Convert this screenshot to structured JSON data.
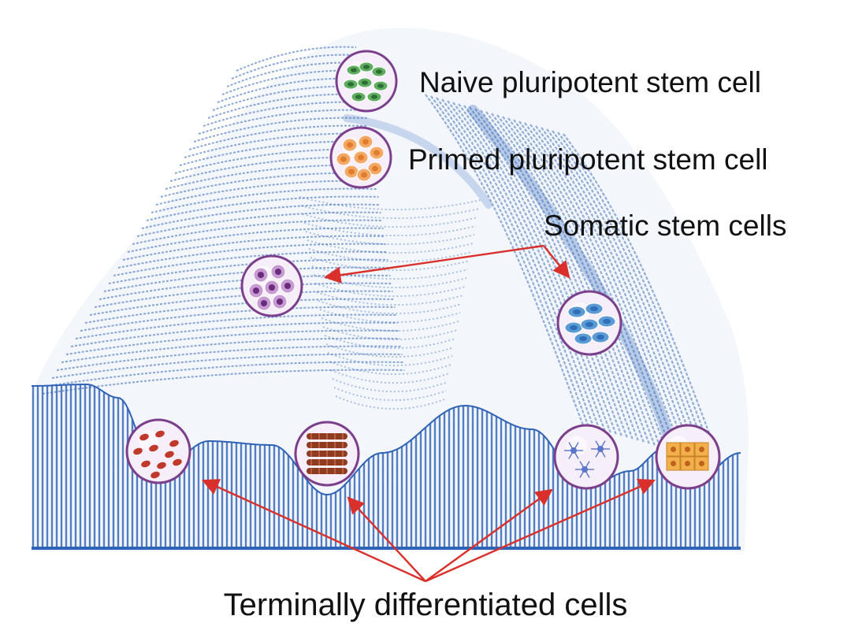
{
  "labels": {
    "naive": "Naive pluripotent stem cell",
    "primed": "Primed pluripotent stem cell",
    "somatic": "Somatic stem cells",
    "terminal": "Terminally differentiated cells"
  },
  "colors": {
    "landscape": "#2f63b6",
    "arrow": "#d9302b",
    "ball_rim": "#7b3f8c",
    "ball_fill": "#f6eef9",
    "naive_cell": "#5fae5f",
    "primed_cell": "#f3a866",
    "somatic_purple": "#6a2d7c",
    "somatic_blue": "#5b9bd5",
    "red_blood": "#c0392b",
    "muscle": "#8e3b22",
    "neuron": "#5a76c9",
    "epithelial": "#f2b04a"
  },
  "cell_types": [
    "naive-pluripotent",
    "primed-pluripotent",
    "somatic-purple",
    "somatic-blue",
    "red-blood",
    "muscle",
    "neuron",
    "epithelial"
  ]
}
